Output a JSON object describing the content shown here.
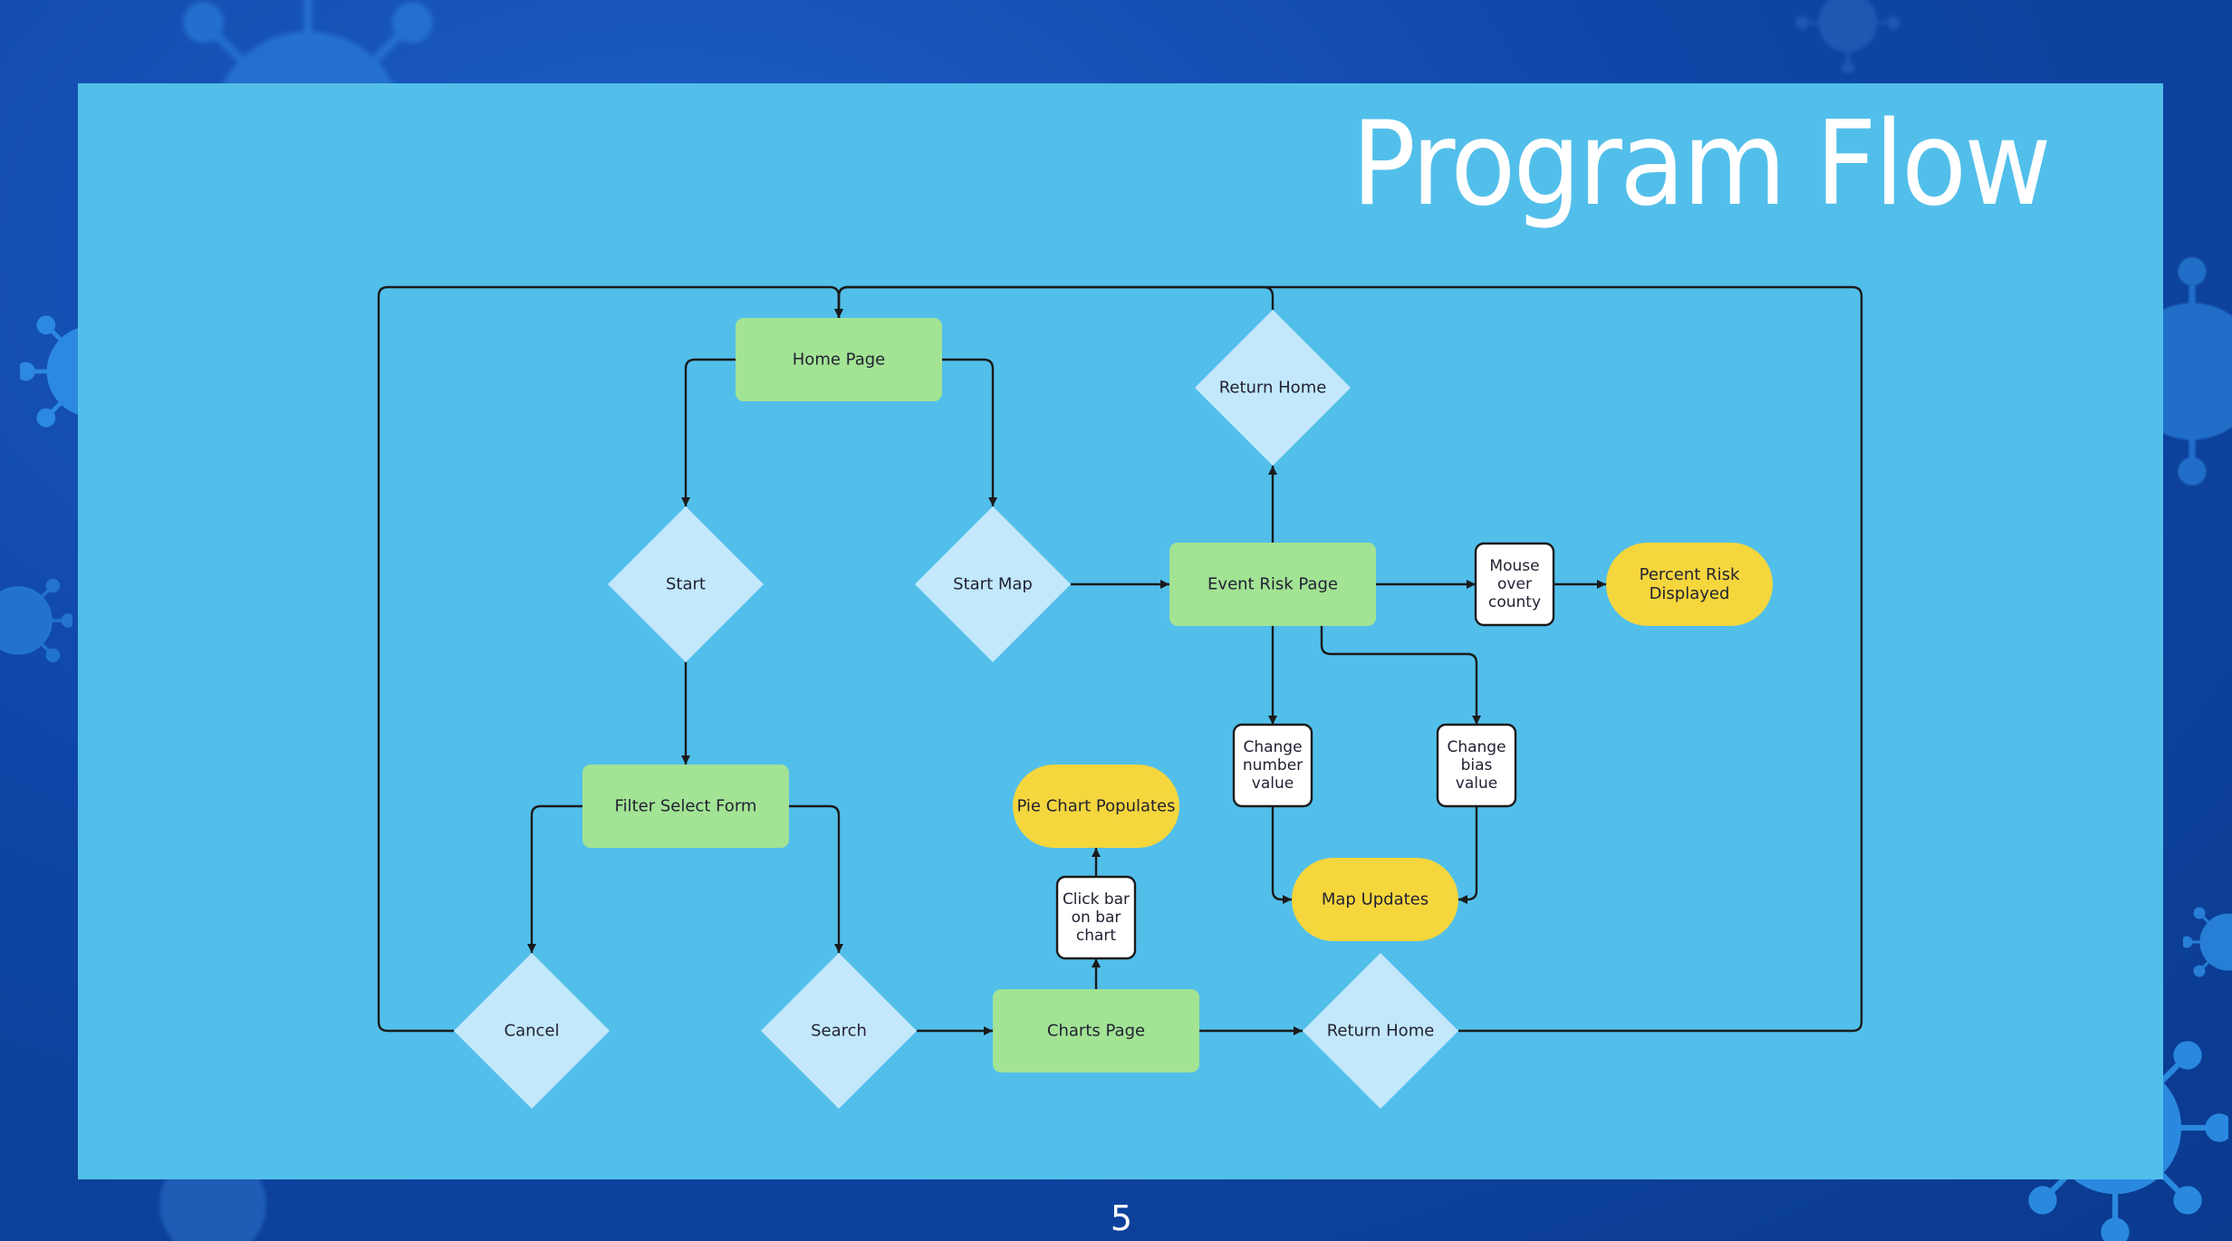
{
  "slide": {
    "title": "Program Flow",
    "page_number": "5"
  },
  "colors": {
    "background": "#0f47a8",
    "panel": "#52bfea",
    "process_green": "#a2e394",
    "decision_blue": "#c3e8fb",
    "terminal_yellow": "#f5d63d",
    "action_white": "#ffffff",
    "connector": "#1b1b1b"
  },
  "decorations": {
    "background_icon": "virus-icon"
  },
  "diagram": {
    "nodes": {
      "home_page": {
        "label": [
          "Home Page"
        ],
        "shape": "process"
      },
      "start": {
        "label": [
          "Start"
        ],
        "shape": "decision"
      },
      "start_map": {
        "label": [
          "Start Map"
        ],
        "shape": "decision"
      },
      "return_home_top": {
        "label": [
          "Return Home"
        ],
        "shape": "decision"
      },
      "event_risk_page": {
        "label": [
          "Event Risk Page"
        ],
        "shape": "process"
      },
      "mouse_over_county": {
        "label": [
          "Mouse",
          "over",
          "county"
        ],
        "shape": "action"
      },
      "percent_risk": {
        "label": [
          "Percent Risk",
          "Displayed"
        ],
        "shape": "terminal"
      },
      "change_number": {
        "label": [
          "Change",
          "number",
          "value"
        ],
        "shape": "action"
      },
      "change_bias": {
        "label": [
          "Change",
          "bias",
          "value"
        ],
        "shape": "action"
      },
      "map_updates": {
        "label": [
          "Map Updates"
        ],
        "shape": "terminal"
      },
      "filter_select_form": {
        "label": [
          "Filter Select Form"
        ],
        "shape": "process"
      },
      "pie_chart": {
        "label": [
          "Pie Chart Populates"
        ],
        "shape": "terminal"
      },
      "click_bar": {
        "label": [
          "Click bar",
          "on bar",
          "chart"
        ],
        "shape": "action"
      },
      "cancel": {
        "label": [
          "Cancel"
        ],
        "shape": "decision"
      },
      "search": {
        "label": [
          "Search"
        ],
        "shape": "decision"
      },
      "charts_page": {
        "label": [
          "Charts Page"
        ],
        "shape": "process"
      },
      "return_home_bottom": {
        "label": [
          "Return Home"
        ],
        "shape": "decision"
      }
    },
    "edges": [
      {
        "from": "home_page",
        "to": "start"
      },
      {
        "from": "home_page",
        "to": "start_map"
      },
      {
        "from": "start",
        "to": "filter_select_form"
      },
      {
        "from": "start_map",
        "to": "event_risk_page"
      },
      {
        "from": "event_risk_page",
        "to": "return_home_top"
      },
      {
        "from": "return_home_top",
        "to": "home_page"
      },
      {
        "from": "event_risk_page",
        "to": "mouse_over_county"
      },
      {
        "from": "mouse_over_county",
        "to": "percent_risk"
      },
      {
        "from": "event_risk_page",
        "to": "change_number"
      },
      {
        "from": "event_risk_page",
        "to": "change_bias"
      },
      {
        "from": "change_number",
        "to": "map_updates"
      },
      {
        "from": "change_bias",
        "to": "map_updates"
      },
      {
        "from": "filter_select_form",
        "to": "cancel"
      },
      {
        "from": "filter_select_form",
        "to": "search"
      },
      {
        "from": "cancel",
        "to": "home_page"
      },
      {
        "from": "search",
        "to": "charts_page"
      },
      {
        "from": "charts_page",
        "to": "click_bar"
      },
      {
        "from": "click_bar",
        "to": "pie_chart"
      },
      {
        "from": "charts_page",
        "to": "return_home_bottom"
      },
      {
        "from": "return_home_bottom",
        "to": "home_page"
      }
    ]
  }
}
